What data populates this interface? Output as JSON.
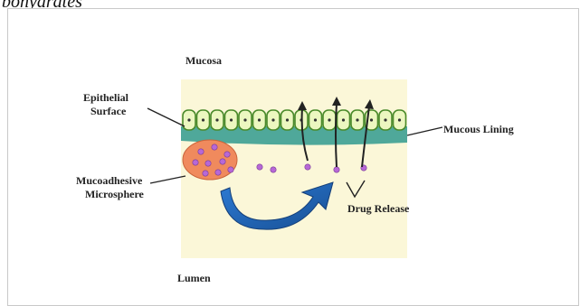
{
  "caption": {
    "text": "bohydrates"
  },
  "diagram": {
    "labels": {
      "mucosa": "Mucosa",
      "epithelial_line1": "Epithelial",
      "epithelial_line2": "Surface",
      "mucous_lining": "Mucous Lining",
      "microsphere_line1": "Mucoadhesive",
      "microsphere_line2": "Microsphere",
      "drug_release": "Drug Release",
      "lumen": "Lumen"
    },
    "colors": {
      "lumen_fill": "#fbf7d8",
      "epithelial_cell": "#ecf7c0",
      "epithelial_outline": "#4a8a2a",
      "mucous_layer": "#4fa89a",
      "microsphere_fill": "#f08a5d",
      "drug_particle": "#b768d6",
      "release_arrow": "#1f5fae"
    }
  }
}
